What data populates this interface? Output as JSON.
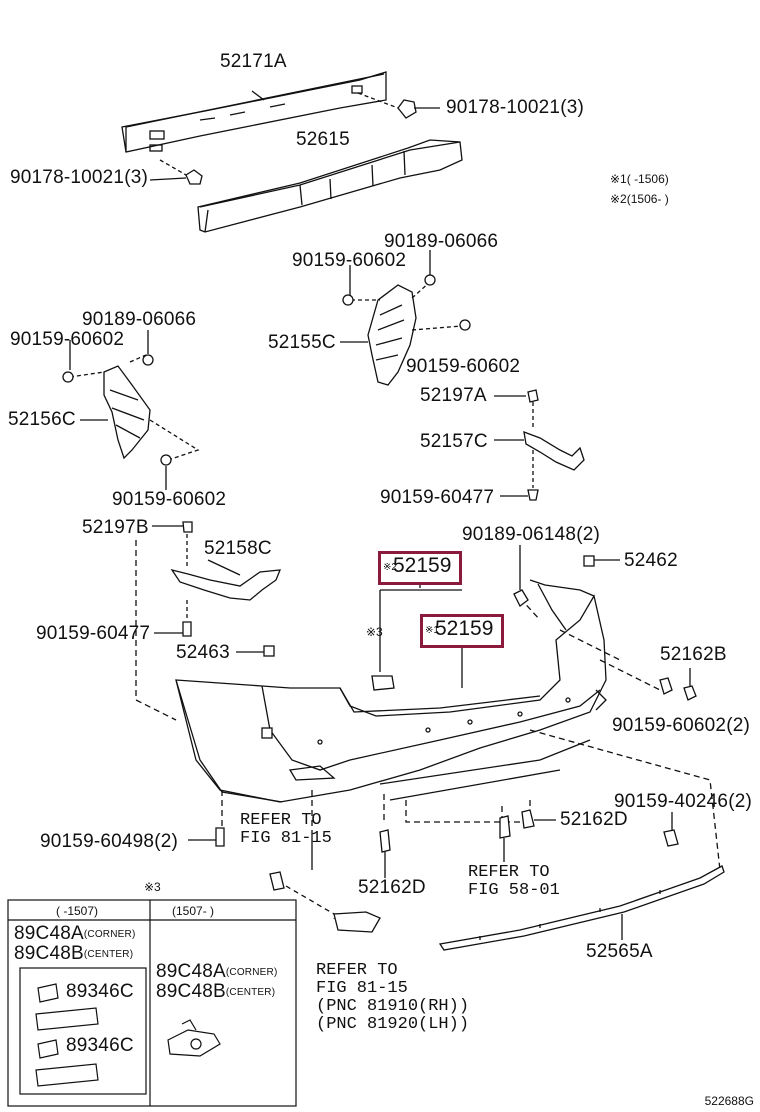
{
  "notes": {
    "note1_mark": "※1",
    "note1_range": "(      -1506)",
    "note2_mark": "※2",
    "note2_range": "(1506-      )",
    "note3_mark": "※3"
  },
  "parts": {
    "p52171A": "52171A",
    "p90178_right": "90178-10021(3)",
    "p90178_left": "90178-10021(3)",
    "p52615": "52615",
    "p90189_06066_a": "90189-06066",
    "p90159_60602_a": "90159-60602",
    "p52155C": "52155C",
    "p90159_60602_b": "90159-60602",
    "p90189_06066_b": "90189-06066",
    "p90159_60602_c": "90159-60602",
    "p52156C": "52156C",
    "p90159_60602_d": "90159-60602",
    "p52197A": "52197A",
    "p52157C": "52157C",
    "p90159_60477_a": "90159-60477",
    "p52197B": "52197B",
    "p52158C": "52158C",
    "p90189_06148": "90189-06148(2)",
    "p52462": "52462",
    "p52159_top": "52159",
    "p52159_top_mark": "※2",
    "p52159_mid": "52159",
    "p52159_mid_mark": "※1",
    "mark3": "※3",
    "p90159_60477_b": "90159-60477",
    "p52463": "52463",
    "p52162B": "52162B",
    "p90159_60602_2": "90159-60602(2)",
    "p90159_40246": "90159-40246(2)",
    "p90159_60498": "90159-60498(2)",
    "p52162D_right": "52162D",
    "p52162D_bottom": "52162D",
    "p52565A": "52565A"
  },
  "refs": {
    "ref_81_15_a_line1": "REFER TO",
    "ref_81_15_a_line2": "FIG 81-15",
    "ref_58_01_line1": "REFER TO",
    "ref_58_01_line2": "FIG 58-01",
    "ref_81_15_b_line1": "REFER TO",
    "ref_81_15_b_line2": "FIG 81-15",
    "ref_81_15_b_line3": "(PNC 81910(RH))",
    "ref_81_15_b_line4": "(PNC 81920(LH))"
  },
  "inset": {
    "mark": "※3",
    "col1_range": "(      -1507)",
    "col2_range": "(1507-      )",
    "left_89C48A": "89C48A",
    "left_corner": "(CORNER)",
    "left_89C48B": "89C48B",
    "left_center": "(CENTER)",
    "left_89346C_a": "89346C",
    "left_89346C_b": "89346C",
    "right_89C48A": "89C48A",
    "right_corner": "(CORNER)",
    "right_89C48B": "89C48B",
    "right_center": "(CENTER)"
  },
  "figure_code": "522688G",
  "colors": {
    "highlight": "#8b1a3c",
    "line": "#111111"
  }
}
